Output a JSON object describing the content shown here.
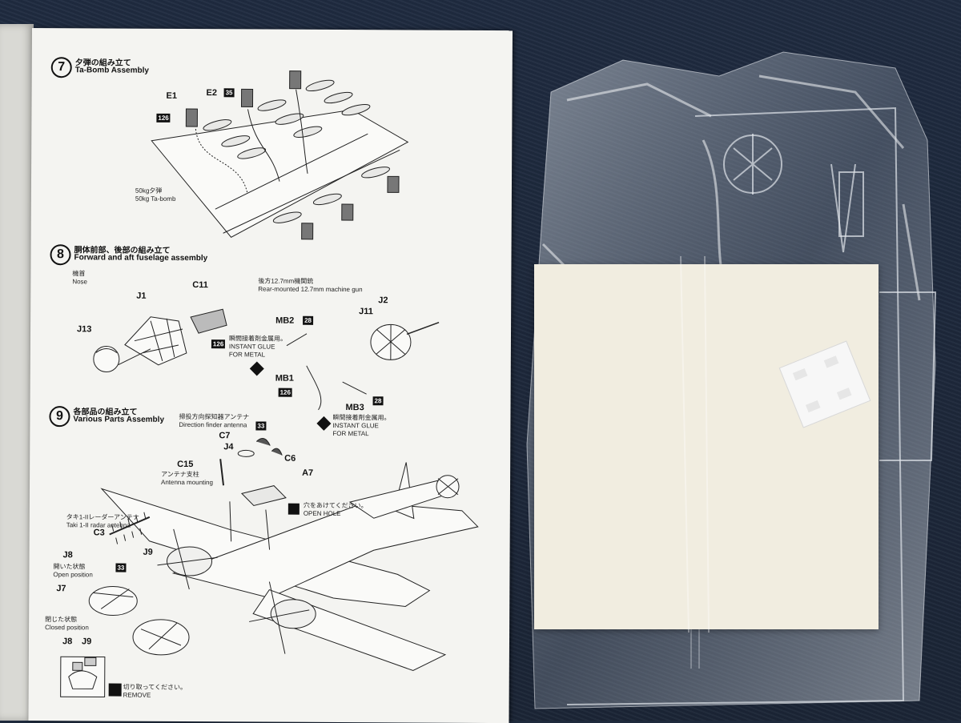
{
  "step7": {
    "number": "7",
    "title_jp": "夕弾の組み立て",
    "title_en": "Ta-Bomb Assembly",
    "parts": {
      "e1": "E1",
      "e2": "E2",
      "badge35": "35",
      "badge126": "126"
    },
    "bomb_jp": "50kg夕弾",
    "bomb_en": "50kg Ta-bomb"
  },
  "step8": {
    "number": "8",
    "title_jp": "胴体前部、後部の組み立て",
    "title_en": "Forward and aft fuselage assembly",
    "nose_jp": "機首",
    "nose_en": "Nose",
    "gun_jp": "後方12.7mm機関銃",
    "gun_en": "Rear-mounted 12.7mm machine gun",
    "parts": {
      "j1": "J1",
      "c11": "C11",
      "j13": "J13",
      "j11": "J11",
      "j2": "J2",
      "mb1": "MB1",
      "mb2": "MB2",
      "mb3": "MB3",
      "badge126a": "126",
      "badge126b": "126",
      "badge28a": "28",
      "badge28b": "28"
    },
    "glue_jp": "瞬間接着剤金属用。",
    "glue_en1": "INSTANT GLUE",
    "glue_en2": "FOR METAL"
  },
  "step9": {
    "number": "9",
    "title_jp": "各部品の組み立て",
    "title_en": "Various Parts Assembly",
    "df_jp": "掃投方向探知器アンテナ",
    "df_en": "Direction finder antenna",
    "parts": {
      "c7": "C7",
      "j4": "J4",
      "c6": "C6",
      "c15": "C15",
      "a7": "A7",
      "c3": "C3",
      "j8": "J8",
      "j9": "J9",
      "j7": "J7",
      "j8b": "J8",
      "j9b": "J9",
      "badge33a": "33",
      "badge33b": "33"
    },
    "mount_jp": "アンテナ支柱",
    "mount_en": "Antenna mounting",
    "hole_jp": "穴をあけてください。",
    "hole_en": "OPEN HOLE",
    "radar_jp": "タキ1-IIレーダーアンテナ",
    "radar_en": "Taki 1-II radar antenna",
    "open_jp": "開いた状態",
    "open_en": "Open position",
    "closed_jp": "閉じた状態",
    "closed_en": "Closed position",
    "remove_jp": "切り取ってください。",
    "remove_en": "REMOVE"
  },
  "colors": {
    "background": "#1e2a3c",
    "paper": "#f4f4f1",
    "ink": "#111111",
    "card": "#f1ede0"
  },
  "icons": [
    "instant-glue-diamond-icon",
    "drill-hole-icon",
    "remove-cut-icon"
  ]
}
